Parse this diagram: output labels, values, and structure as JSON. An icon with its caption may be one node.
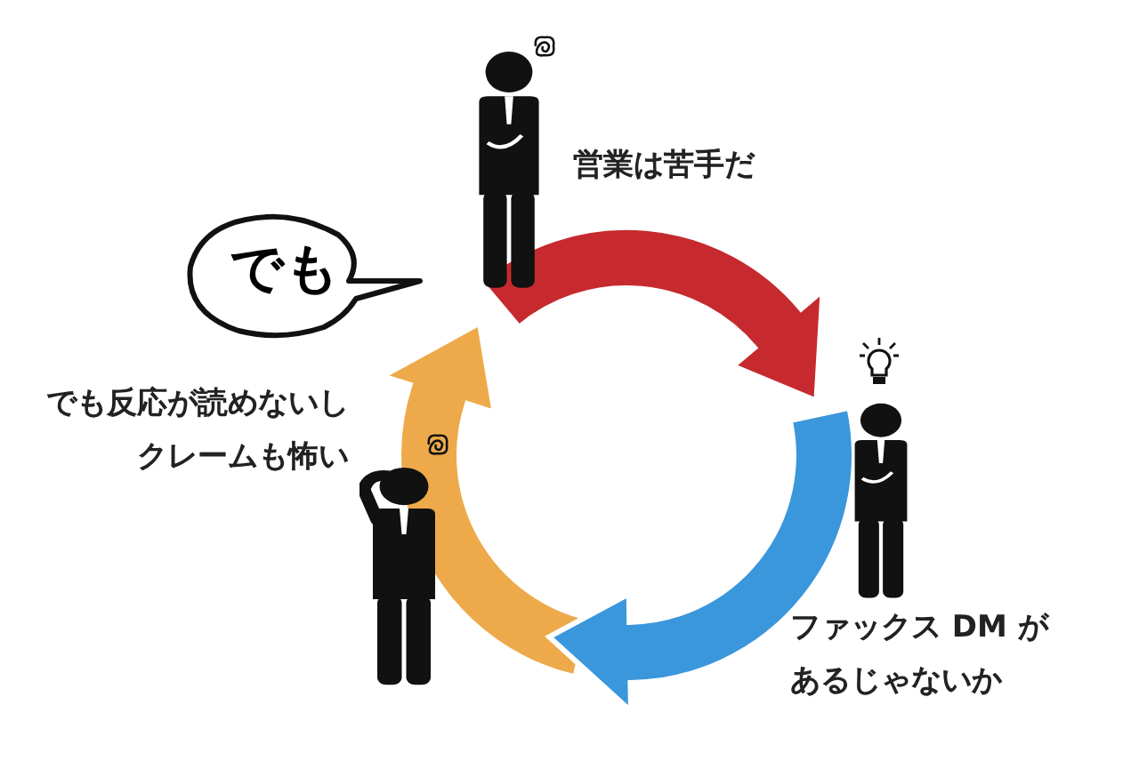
{
  "diagram": {
    "nodes": [
      {
        "text": [],
        "shape": "person",
        "beside": [
          "営業は苦手だ"
        ]
      },
      {
        "text": [],
        "shape": "person",
        "beside": [
          "ファックス DM があるじゃないか"
        ]
      },
      {
        "text": [],
        "shape": "person",
        "beside": [
          "でも反応が読めないしクレームも怖い"
        ]
      },
      {
        "text": [
          "でも"
        ]
      }
    ],
    "edges": [
      {
        "from": 0,
        "to": 1,
        "arrow": "to",
        "color": "#c62a2e"
      },
      {
        "from": 1,
        "to": 2,
        "arrow": "to",
        "color": "#3a97dc"
      },
      {
        "from": 2,
        "to": 0,
        "arrow": "to",
        "color": "#eeaa4a"
      }
    ]
  }
}
